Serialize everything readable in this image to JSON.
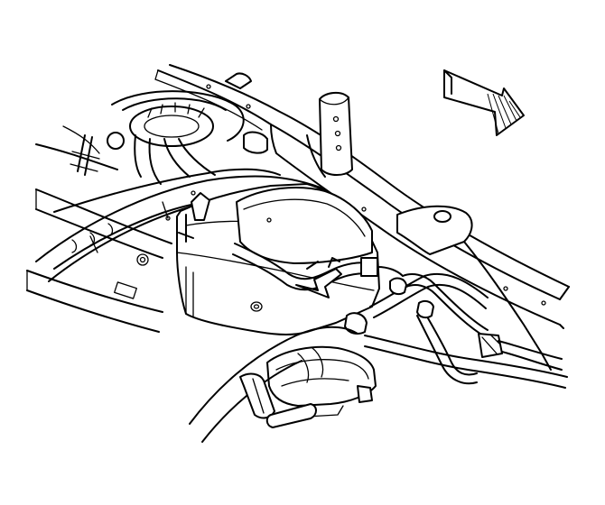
{
  "figure": {
    "colors": {
      "line": "#000000",
      "background": "#ffffff"
    },
    "icons": [
      "direction-arrow-icon",
      "callout-arrow-icon"
    ],
    "parts": [
      "frame-rail-right",
      "frame-rail-left",
      "crossmember",
      "fuel-pump-module",
      "fuel-tank",
      "evap-canister",
      "fuel-lines",
      "filler-neck-hose",
      "mounting-bracket",
      "skid-shield"
    ]
  }
}
